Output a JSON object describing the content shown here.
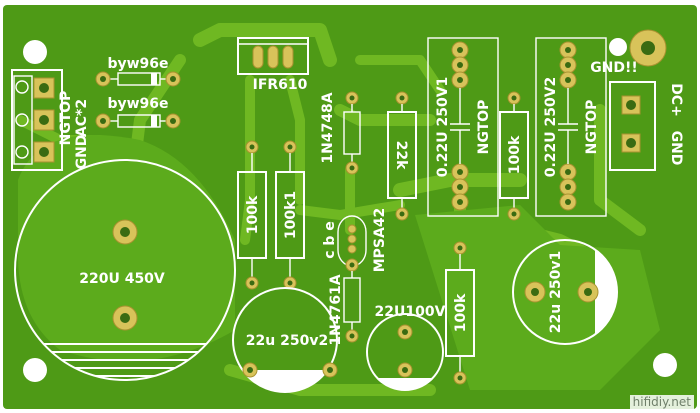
{
  "labels": {
    "ac_header": "AC*2",
    "ngtop_left": "NGTOP",
    "gnd_left": "GND",
    "diode1": "byw96e",
    "diode2": "byw96e",
    "mosfet": "IFR610",
    "zener1": "1N4748A",
    "zener2": "1N4761A",
    "transistor": "MPSA42",
    "transistor_pins": "c b e",
    "res_100k_a": "100k",
    "res_100k1": "100k1",
    "res_22k": "22k",
    "res_100k_b": "100k",
    "res_100k_c": "100k",
    "cap_film1": "0.22U 250V1",
    "cap_film2": "0.22U 250V2",
    "ngtop_c1": "NGTOP",
    "ngtop_c2": "NGTOP",
    "big_cap": "220U 450V",
    "cap_22u_a": "22u 250v2",
    "cap_22u100v": "22U100V",
    "cap_22u_b": "22u 250v1",
    "gnd_right_top": "GND!!",
    "dc_plus": "DC+",
    "gnd_right": "GND"
  },
  "watermark": "hifidiy.net",
  "colors": {
    "board": "#4e9a16",
    "copper": "#6fb822",
    "pad": "#d8c35a",
    "silkscreen": "#ffffff"
  }
}
